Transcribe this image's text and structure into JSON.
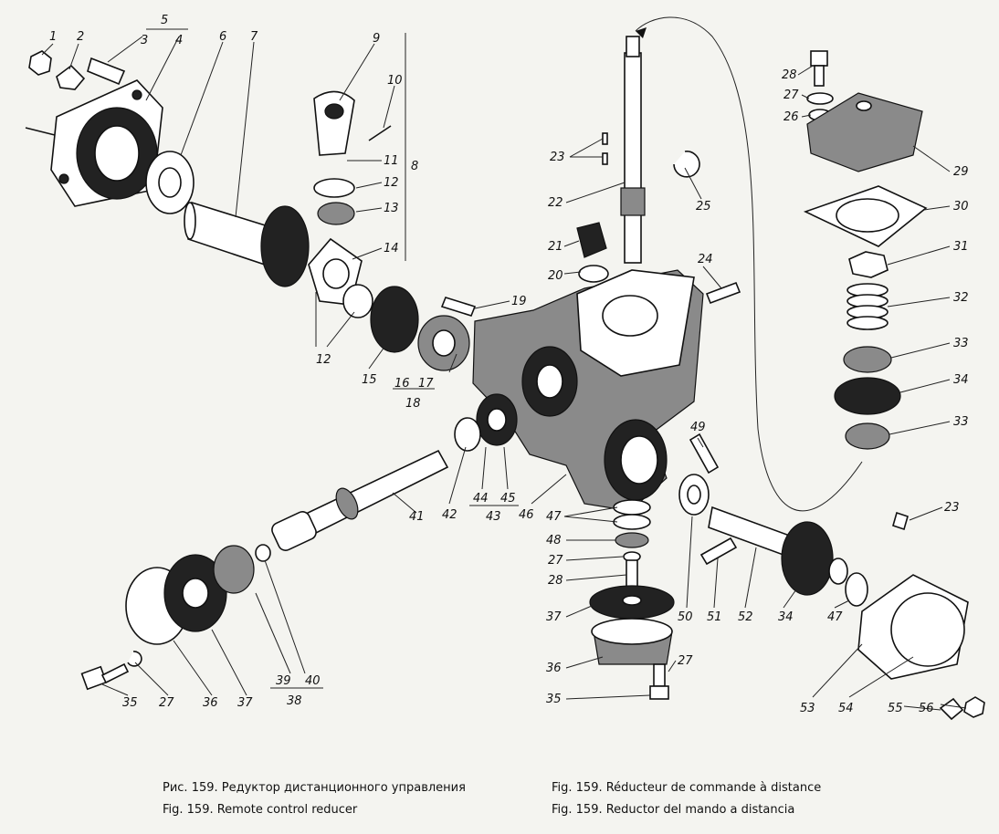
{
  "captions": {
    "ru": "Рис. 159. Редуктор дистанционного управления",
    "en": "Fig. 159. Remote control reducer",
    "fr": "Fig. 159. Réducteur de commande à distance",
    "es": "Fig. 159. Reductor del mando a distancia"
  },
  "labels": [
    "1",
    "2",
    "3",
    "4",
    "5",
    "6",
    "7",
    "8",
    "9",
    "10",
    "11",
    "12",
    "12",
    "13",
    "14",
    "12",
    "15",
    "16",
    "17",
    "18",
    "19",
    "20",
    "21",
    "22",
    "23",
    "23",
    "24",
    "25",
    "26",
    "27",
    "27",
    "27",
    "27",
    "28",
    "28",
    "29",
    "30",
    "31",
    "32",
    "33",
    "33",
    "34",
    "34",
    "35",
    "35",
    "36",
    "36",
    "37",
    "37",
    "38",
    "39",
    "40",
    "41",
    "42",
    "43",
    "44",
    "45",
    "46",
    "47",
    "47",
    "48",
    "49",
    "50",
    "51",
    "52",
    "53",
    "54",
    "55",
    "56"
  ]
}
